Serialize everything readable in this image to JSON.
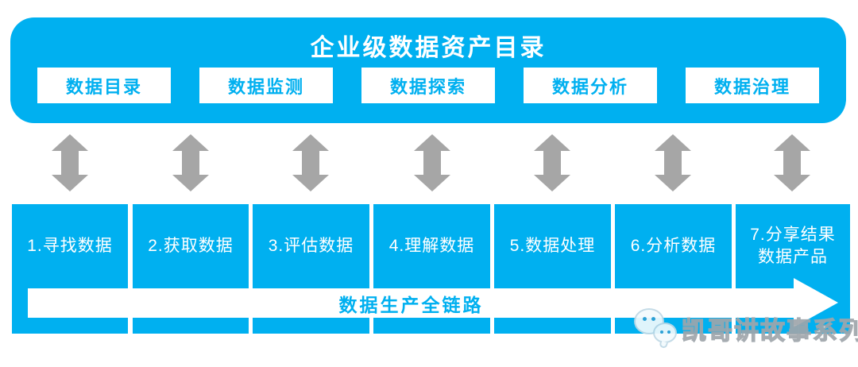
{
  "banner": {
    "title": "企业级数据资产目录",
    "buttons": [
      {
        "label": "数据目录"
      },
      {
        "label": "数据监测"
      },
      {
        "label": "数据探索"
      },
      {
        "label": "数据分析"
      },
      {
        "label": "数据治理"
      }
    ]
  },
  "connectors": {
    "icon": "double-vertical-arrow-icon",
    "count": 7
  },
  "flow": {
    "boxes": [
      {
        "label": "1.寻找数据"
      },
      {
        "label": "2.获取数据"
      },
      {
        "label": "3.评估数据"
      },
      {
        "label": "4.理解数据"
      },
      {
        "label": "5.数据处理"
      },
      {
        "label": "6.分析数据"
      },
      {
        "line1": "7.分享结果",
        "line2": "数据产品"
      }
    ],
    "chain_label": "数据生产全链路"
  },
  "watermark": {
    "icon": "wechat-icon",
    "text": "凯哥讲故事系列"
  },
  "colors": {
    "primary_cyan": "#00B0F0",
    "arrow_gray": "#A6A6A6",
    "white": "#FFFFFF"
  }
}
